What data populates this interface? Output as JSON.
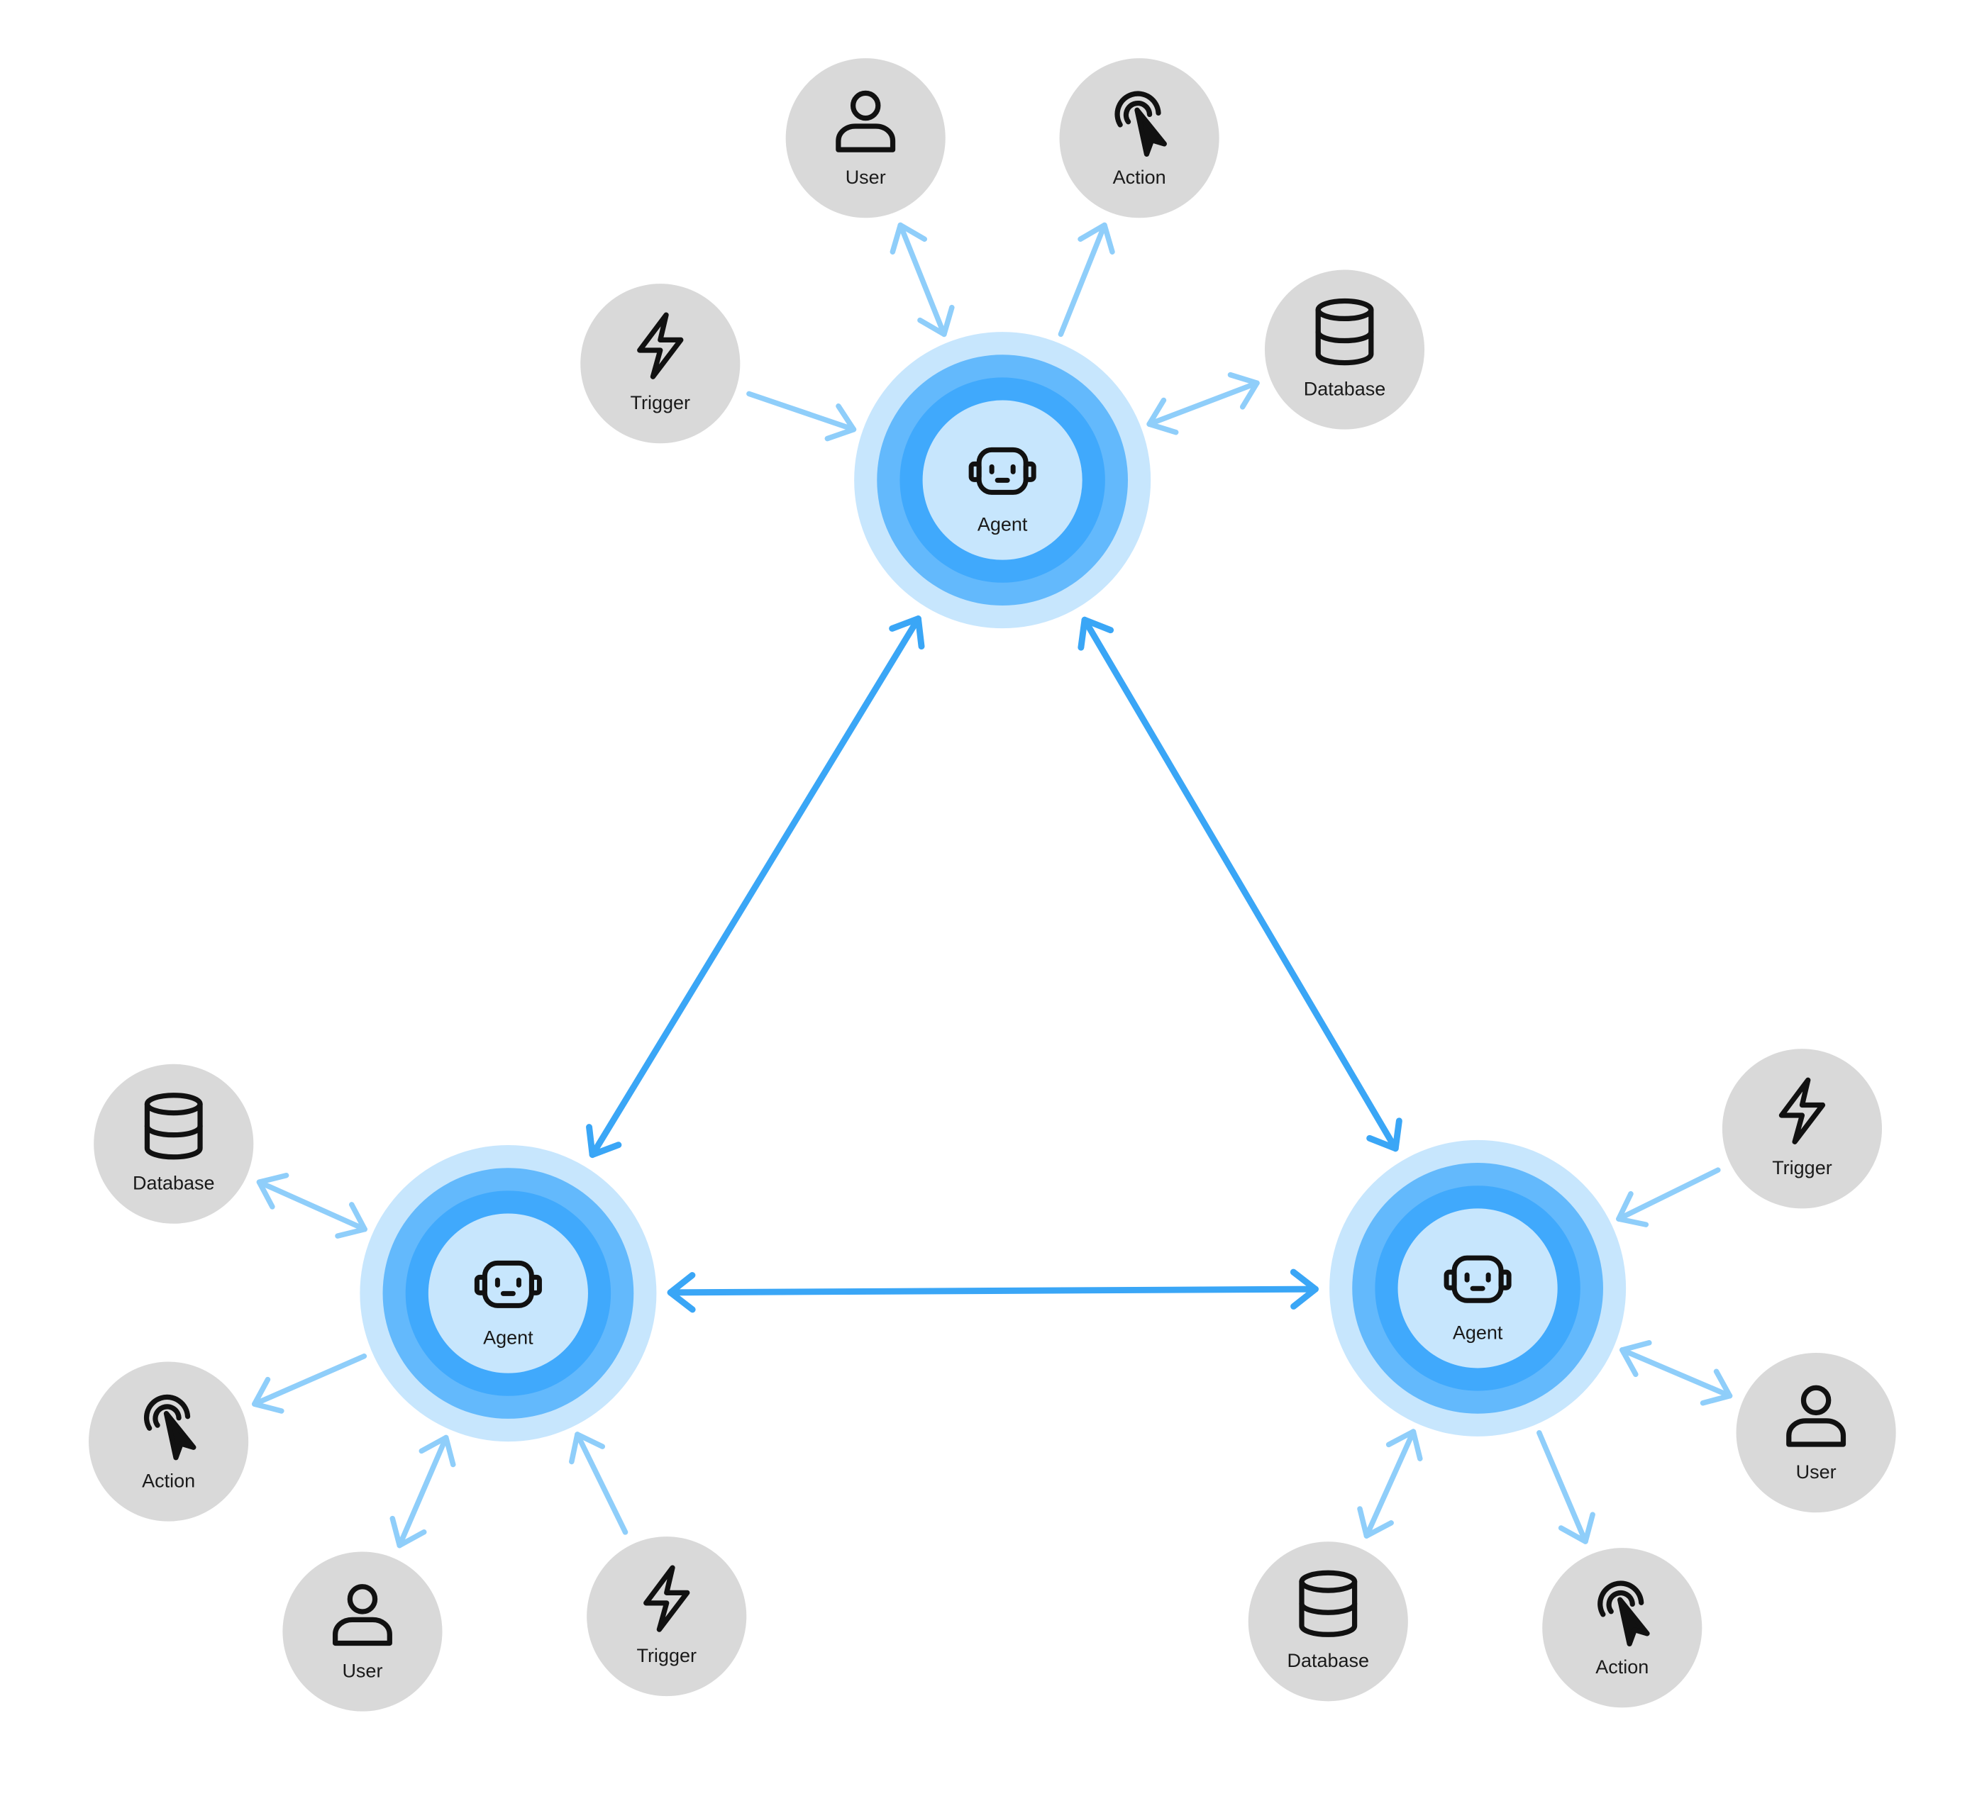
{
  "colors": {
    "canvas": "#ffffff",
    "satellite_fill": "#d9d9d9",
    "agent_halo": "#c7e6fd",
    "agent_ring_outer": "#63b9fc",
    "agent_ring_inner": "#40a9fc",
    "agent_core": "#c7e6fd",
    "agent_link": "#3aa6f6",
    "satellite_link": "#8fcefa",
    "icon_stroke": "#111111"
  },
  "agents": [
    {
      "id": "top",
      "label": "Agent",
      "icon": "robot-icon"
    },
    {
      "id": "left",
      "label": "Agent",
      "icon": "robot-icon"
    },
    {
      "id": "right",
      "label": "Agent",
      "icon": "robot-icon"
    }
  ],
  "satellites": [
    {
      "id": "top-user",
      "agent": "top",
      "label": "User",
      "icon": "user-icon",
      "direction": "both"
    },
    {
      "id": "top-action",
      "agent": "top",
      "label": "Action",
      "icon": "tap-pointer-icon",
      "direction": "outgoing"
    },
    {
      "id": "top-trigger",
      "agent": "top",
      "label": "Trigger",
      "icon": "lightning-icon",
      "direction": "incoming"
    },
    {
      "id": "top-database",
      "agent": "top",
      "label": "Database",
      "icon": "database-icon",
      "direction": "both"
    },
    {
      "id": "left-database",
      "agent": "left",
      "label": "Database",
      "icon": "database-icon",
      "direction": "both"
    },
    {
      "id": "left-action",
      "agent": "left",
      "label": "Action",
      "icon": "tap-pointer-icon",
      "direction": "outgoing"
    },
    {
      "id": "left-user",
      "agent": "left",
      "label": "User",
      "icon": "user-icon",
      "direction": "both"
    },
    {
      "id": "left-trigger",
      "agent": "left",
      "label": "Trigger",
      "icon": "lightning-icon",
      "direction": "incoming"
    },
    {
      "id": "right-trigger",
      "agent": "right",
      "label": "Trigger",
      "icon": "lightning-icon",
      "direction": "incoming"
    },
    {
      "id": "right-user",
      "agent": "right",
      "label": "User",
      "icon": "user-icon",
      "direction": "both"
    },
    {
      "id": "right-database",
      "agent": "right",
      "label": "Database",
      "icon": "database-icon",
      "direction": "both"
    },
    {
      "id": "right-action",
      "agent": "right",
      "label": "Action",
      "icon": "tap-pointer-icon",
      "direction": "outgoing"
    }
  ],
  "agent_links": [
    {
      "from": "top",
      "to": "left",
      "direction": "both"
    },
    {
      "from": "top",
      "to": "right",
      "direction": "both"
    },
    {
      "from": "left",
      "to": "right",
      "direction": "both"
    }
  ]
}
